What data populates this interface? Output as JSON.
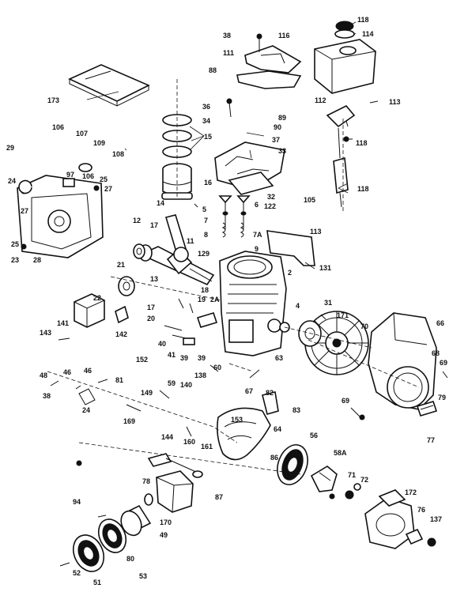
{
  "labels": {
    "l118a": "118",
    "l114": "114",
    "l38": "38",
    "l116": "116",
    "l111": "111",
    "l88": "88",
    "l173": "173",
    "l112": "112",
    "l113a": "113",
    "l36": "36",
    "l34": "34",
    "l89": "89",
    "l90": "90",
    "l37": "37",
    "l118b": "118",
    "l106a": "106",
    "l107": "107",
    "l109": "109",
    "l108a": "108",
    "l15": "15",
    "l29": "29",
    "l97": "97",
    "l106b": "106",
    "l25a": "25",
    "l27a": "27",
    "l24": "24",
    "l33": "33",
    "l118c": "118",
    "l27b": "27",
    "l16": "16",
    "l105": "105",
    "l32": "32",
    "l14": "14",
    "l6": "6",
    "l122": "122",
    "l5": "5",
    "l12": "12",
    "l17a": "17",
    "l7": "7",
    "l113b": "113",
    "l8": "8",
    "l7a": "7A",
    "l25b": "25",
    "l23": "23",
    "l28": "28",
    "l11": "11",
    "l129": "129",
    "l9": "9",
    "l21": "21",
    "l13": "13",
    "l131": "131",
    "l2": "2",
    "l22": "22",
    "l18": "18",
    "l19": "19",
    "l2a": "2A",
    "l17b": "17",
    "l20": "20",
    "l31": "31",
    "l171": "171",
    "l70": "70",
    "l66": "66",
    "l143": "143",
    "l141": "141",
    "l142": "142",
    "l40": "40",
    "l41": "41",
    "l4": "4",
    "l39": "39",
    "l39b": "39",
    "l138": "138",
    "l140": "140",
    "l60": "60",
    "l63": "63",
    "l68": "68",
    "l69a": "69",
    "l48": "48",
    "l46a": "46",
    "l46b": "46",
    "l152": "152",
    "l38b": "38",
    "l24b": "24",
    "l81": "81",
    "l59": "59",
    "l149": "149",
    "l67": "67",
    "l82": "82",
    "l83": "83",
    "l69b": "69",
    "l79": "79",
    "l169": "169",
    "l153": "153",
    "l64": "64",
    "l77": "77",
    "l144": "144",
    "l160": "160",
    "l161": "161",
    "l56": "56",
    "l86": "86",
    "l58a": "58A",
    "l71": "71",
    "l72": "72",
    "l78": "78",
    "l87": "87",
    "l94": "94",
    "l170": "170",
    "l172": "172",
    "l76": "76",
    "l137": "137",
    "l49": "49",
    "l80": "80",
    "l52": "52",
    "l51": "51",
    "l53": "53"
  }
}
